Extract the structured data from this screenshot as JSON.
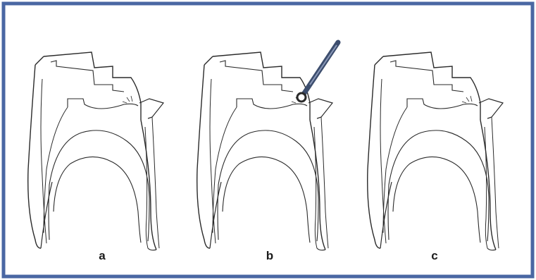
{
  "figure": {
    "border_color": "#4a67a3",
    "line_color": "#2a2a2a",
    "instrument_color": "#3d4e6e",
    "panels": [
      {
        "label": "a"
      },
      {
        "label": "b"
      },
      {
        "label": "c"
      }
    ]
  }
}
